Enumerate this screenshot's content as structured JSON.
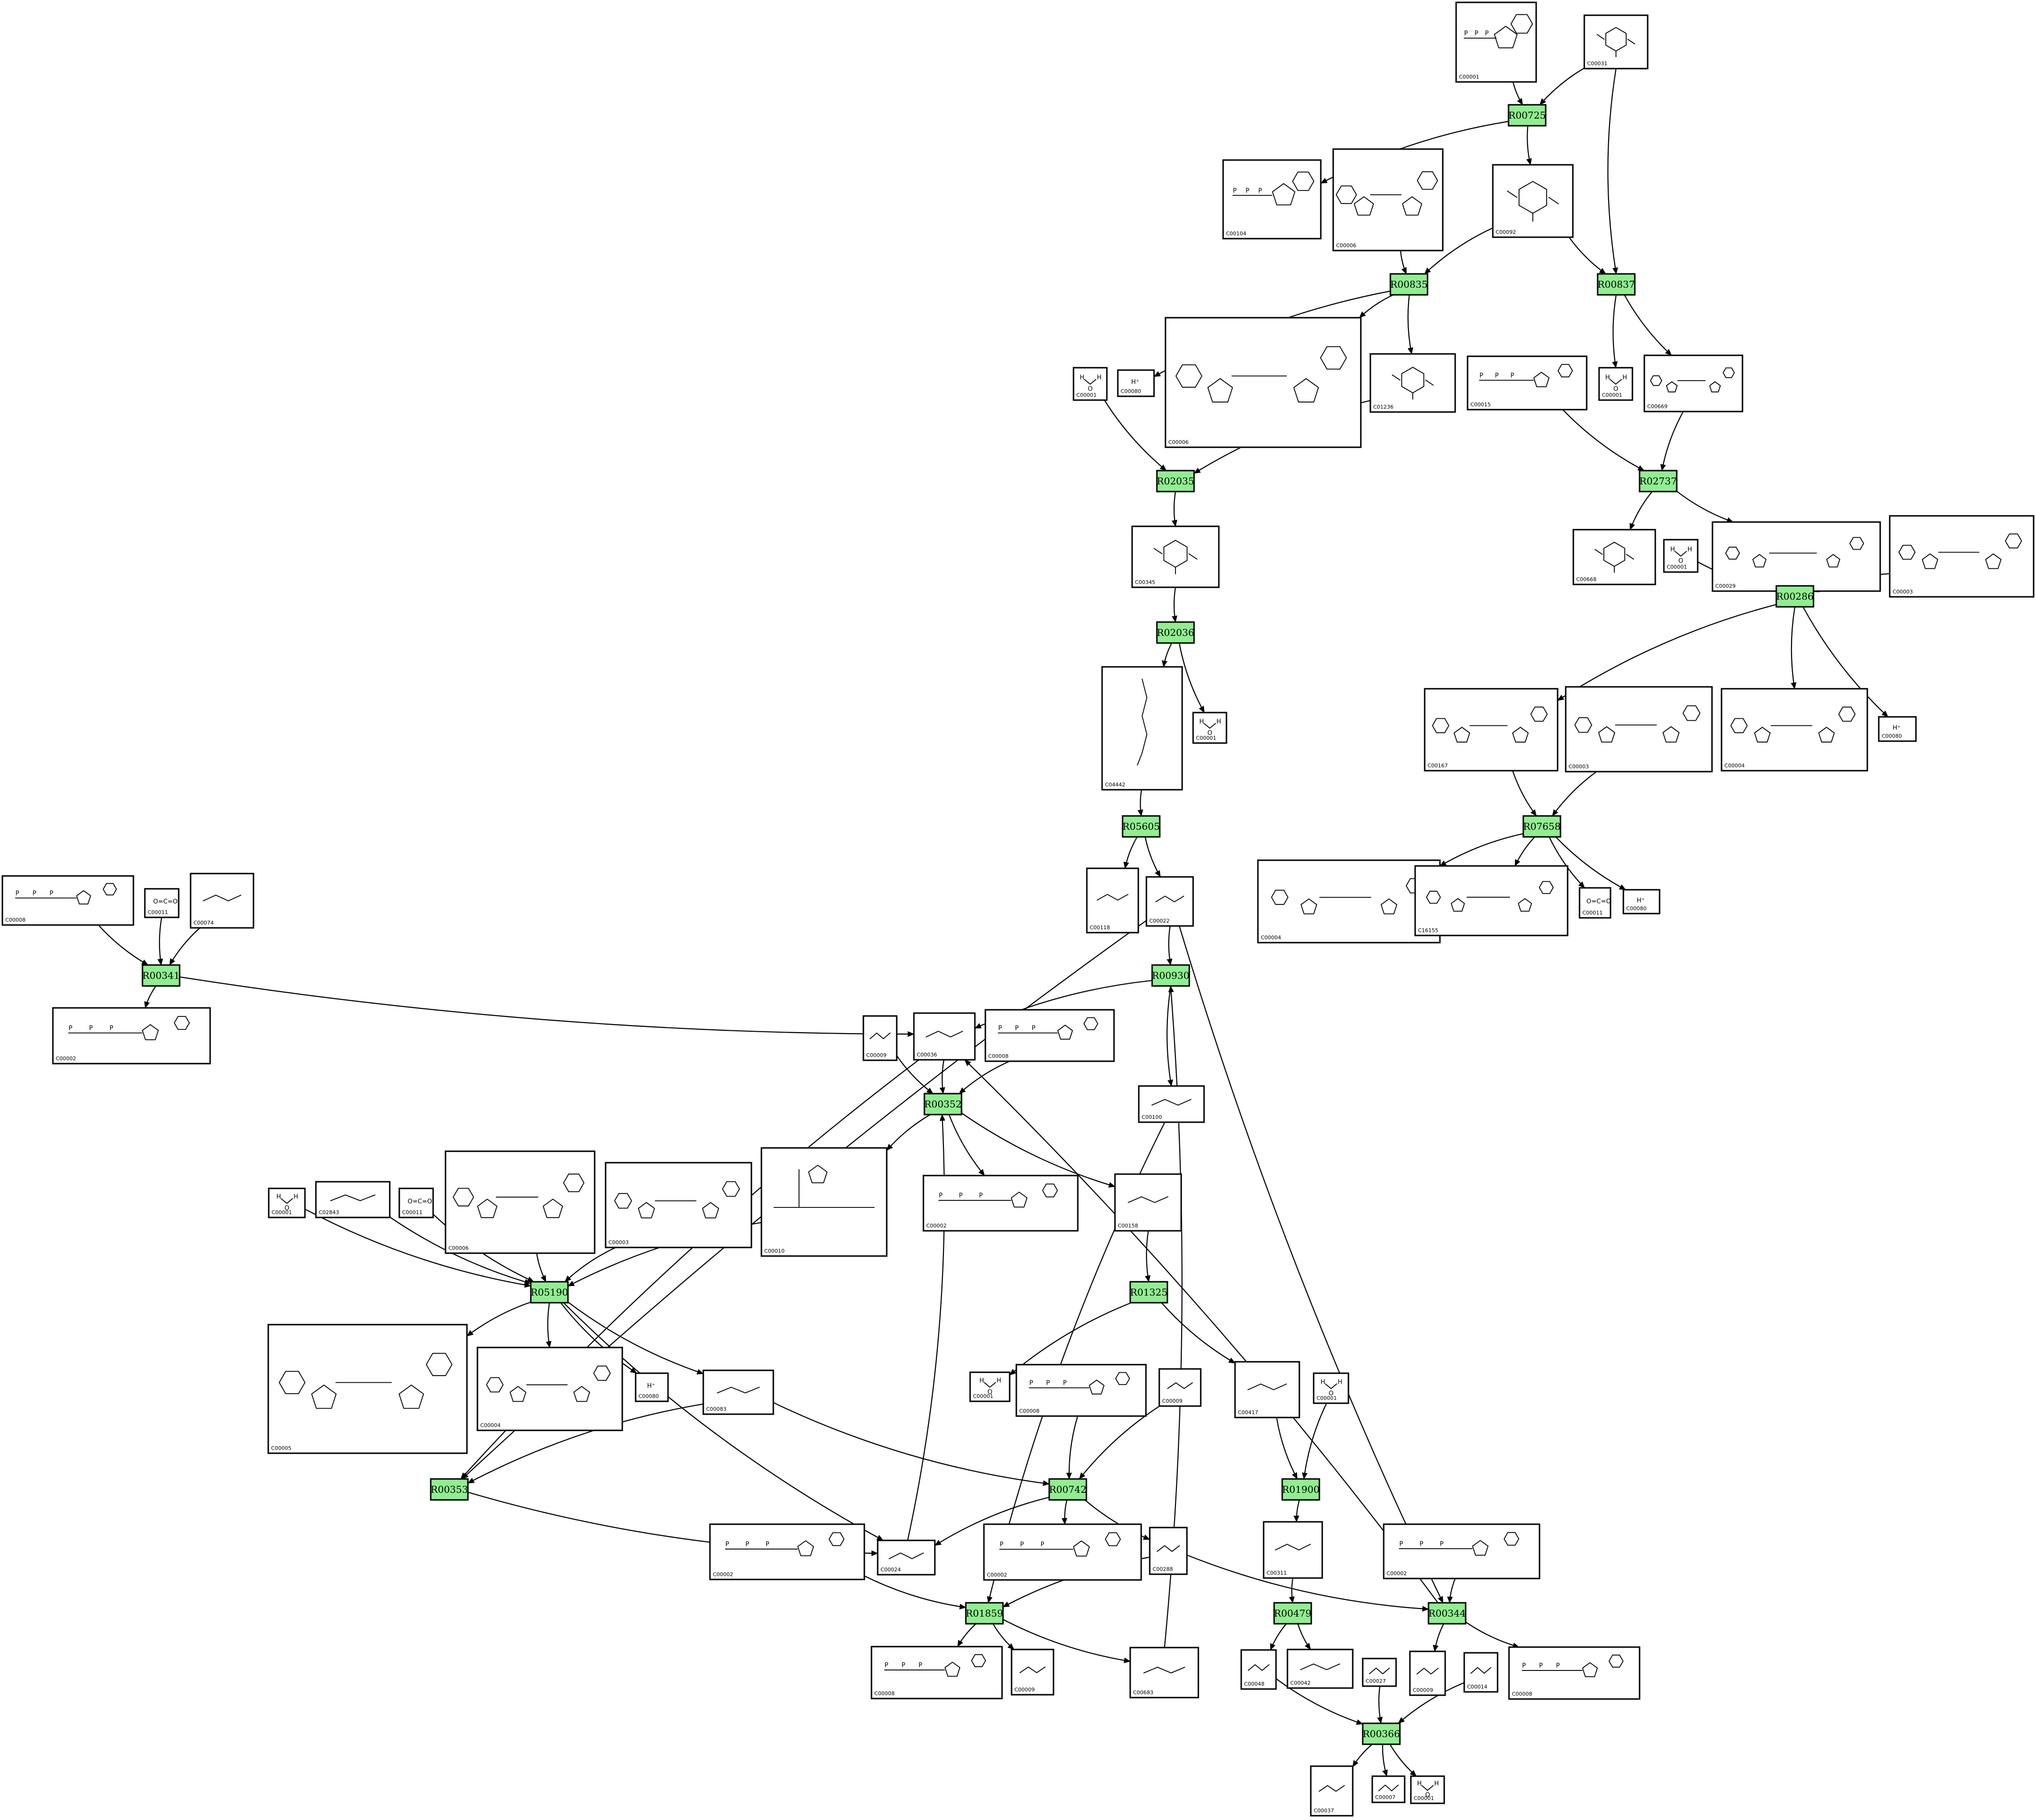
{
  "reactions": [
    {
      "id": "R00725",
      "label": "R00725"
    },
    {
      "id": "R00835",
      "label": "R00835"
    },
    {
      "id": "R00837",
      "label": "R00837"
    },
    {
      "id": "R02035",
      "label": "R02035"
    },
    {
      "id": "R02737",
      "label": "R02737"
    },
    {
      "id": "R02036",
      "label": "R02036"
    },
    {
      "id": "R00286",
      "label": "R00286"
    },
    {
      "id": "R05605",
      "label": "R05605"
    },
    {
      "id": "R07658",
      "label": "R07658"
    },
    {
      "id": "R00341",
      "label": "R00341"
    },
    {
      "id": "R00930",
      "label": "R00930"
    },
    {
      "id": "R00352",
      "label": "R00352"
    },
    {
      "id": "R05190",
      "label": "R05190"
    },
    {
      "id": "R01325",
      "label": "R01325"
    },
    {
      "id": "R00353",
      "label": "R00353"
    },
    {
      "id": "R00742",
      "label": "R00742"
    },
    {
      "id": "R01900",
      "label": "R01900"
    },
    {
      "id": "R01859",
      "label": "R01859"
    },
    {
      "id": "R00479",
      "label": "R00479"
    },
    {
      "id": "R00344",
      "label": "R00344"
    },
    {
      "id": "R00366",
      "label": "R00366"
    }
  ],
  "compounds": [
    {
      "id": "c1",
      "label": "C00001",
      "kind": "nuc"
    },
    {
      "id": "c2",
      "label": "C00031",
      "kind": "sugar"
    },
    {
      "id": "c3",
      "label": "C00104",
      "kind": "nuc"
    },
    {
      "id": "c4",
      "label": "C00006",
      "kind": "dinuc"
    },
    {
      "id": "c5",
      "label": "C00092",
      "kind": "sugar"
    },
    {
      "id": "c6",
      "label": "C00001",
      "kind": "water"
    },
    {
      "id": "c7",
      "label": "C00080",
      "kind": "proton"
    },
    {
      "id": "c8",
      "label": "C00006",
      "kind": "dinuc"
    },
    {
      "id": "c9",
      "label": "C01236",
      "kind": "sugar"
    },
    {
      "id": "c10",
      "label": "C00015",
      "kind": "nuc"
    },
    {
      "id": "c11",
      "label": "C00001",
      "kind": "water"
    },
    {
      "id": "c12",
      "label": "C00669",
      "kind": "dinuc"
    },
    {
      "id": "c13",
      "label": "C00345",
      "kind": "sugar"
    },
    {
      "id": "c14",
      "label": "C00668",
      "kind": "sugar"
    },
    {
      "id": "c15",
      "label": "C00001",
      "kind": "water"
    },
    {
      "id": "c16",
      "label": "C00029",
      "kind": "dinuc"
    },
    {
      "id": "c17",
      "label": "C00003",
      "kind": "dinuc"
    },
    {
      "id": "c18",
      "label": "C04442",
      "kind": "chain"
    },
    {
      "id": "c19",
      "label": "C00001",
      "kind": "water"
    },
    {
      "id": "c20",
      "label": "C00167",
      "kind": "dinuc"
    },
    {
      "id": "c21",
      "label": "C00003",
      "kind": "dinuc"
    },
    {
      "id": "c22",
      "label": "C00004",
      "kind": "dinuc"
    },
    {
      "id": "c23",
      "label": "C00080",
      "kind": "proton"
    },
    {
      "id": "c24",
      "label": "C00118",
      "kind": "small"
    },
    {
      "id": "c25",
      "label": "C00022",
      "kind": "small"
    },
    {
      "id": "c26",
      "label": "C00004",
      "kind": "dinuc"
    },
    {
      "id": "c27",
      "label": "C16155",
      "kind": "dinuc"
    },
    {
      "id": "c28",
      "label": "C00011",
      "kind": "co2"
    },
    {
      "id": "c29",
      "label": "C00080",
      "kind": "proton"
    },
    {
      "id": "c30",
      "label": "C00008",
      "kind": "nuc"
    },
    {
      "id": "c31",
      "label": "C00011",
      "kind": "co2"
    },
    {
      "id": "c32",
      "label": "C00074",
      "kind": "small"
    },
    {
      "id": "c33",
      "label": "C00002",
      "kind": "nuc"
    },
    {
      "id": "c34",
      "label": "C00009",
      "kind": "small"
    },
    {
      "id": "c35",
      "label": "C00036",
      "kind": "small"
    },
    {
      "id": "c36",
      "label": "C00008",
      "kind": "nuc"
    },
    {
      "id": "c37",
      "label": "C00100",
      "kind": "small"
    },
    {
      "id": "c38",
      "label": "C00001",
      "kind": "water"
    },
    {
      "id": "c39",
      "label": "C02843",
      "kind": "small"
    },
    {
      "id": "c40",
      "label": "C00011",
      "kind": "co2"
    },
    {
      "id": "c41",
      "label": "C00006",
      "kind": "dinuc"
    },
    {
      "id": "c42",
      "label": "C00003",
      "kind": "dinuc"
    },
    {
      "id": "c43",
      "label": "C00010",
      "kind": "coa"
    },
    {
      "id": "c44",
      "label": "C00002",
      "kind": "nuc"
    },
    {
      "id": "c45",
      "label": "C00158",
      "kind": "small"
    },
    {
      "id": "c46",
      "label": "C00005",
      "kind": "dinuc"
    },
    {
      "id": "c47",
      "label": "C00004",
      "kind": "dinuc"
    },
    {
      "id": "c48",
      "label": "C00080",
      "kind": "proton"
    },
    {
      "id": "c49",
      "label": "C00083",
      "kind": "small"
    },
    {
      "id": "c50",
      "label": "C00001",
      "kind": "water"
    },
    {
      "id": "c51",
      "label": "C00008",
      "kind": "nuc"
    },
    {
      "id": "c52",
      "label": "C00009",
      "kind": "small"
    },
    {
      "id": "c53",
      "label": "C00417",
      "kind": "small"
    },
    {
      "id": "c54",
      "label": "C00001",
      "kind": "water"
    },
    {
      "id": "c55",
      "label": "C00002",
      "kind": "nuc"
    },
    {
      "id": "c56",
      "label": "C00024",
      "kind": "small"
    },
    {
      "id": "c57",
      "label": "C00002",
      "kind": "nuc"
    },
    {
      "id": "c58",
      "label": "C00288",
      "kind": "small"
    },
    {
      "id": "c59",
      "label": "C00311",
      "kind": "small"
    },
    {
      "id": "c60",
      "label": "C00002",
      "kind": "nuc"
    },
    {
      "id": "c61",
      "label": "C00008",
      "kind": "nuc"
    },
    {
      "id": "c62",
      "label": "C00009",
      "kind": "small"
    },
    {
      "id": "c63",
      "label": "C00683",
      "kind": "small"
    },
    {
      "id": "c64",
      "label": "C00048",
      "kind": "small"
    },
    {
      "id": "c65",
      "label": "C00042",
      "kind": "small"
    },
    {
      "id": "c66",
      "label": "C00027",
      "kind": "small"
    },
    {
      "id": "c67",
      "label": "C00014",
      "kind": "small"
    },
    {
      "id": "c68",
      "label": "C00009",
      "kind": "small"
    },
    {
      "id": "c69",
      "label": "C00008",
      "kind": "nuc"
    },
    {
      "id": "c70",
      "label": "C00037",
      "kind": "small"
    },
    {
      "id": "c71",
      "label": "C00007",
      "kind": "small"
    },
    {
      "id": "c72",
      "label": "C00001",
      "kind": "water"
    }
  ],
  "edges": [
    [
      "c1",
      "R00725"
    ],
    [
      "c2",
      "R00725"
    ],
    [
      "R00725",
      "c3"
    ],
    [
      "R00725",
      "c5"
    ],
    [
      "c2",
      "R00837"
    ],
    [
      "c4",
      "R00835"
    ],
    [
      "c5",
      "R00835"
    ],
    [
      "c5",
      "R00837"
    ],
    [
      "R00835",
      "c7"
    ],
    [
      "R00835",
      "c8"
    ],
    [
      "R00835",
      "c9"
    ],
    [
      "R00837",
      "c11"
    ],
    [
      "R00837",
      "c12"
    ],
    [
      "c6",
      "R02035"
    ],
    [
      "c9",
      "R02035"
    ],
    [
      "R02035",
      "c13"
    ],
    [
      "c10",
      "R02737"
    ],
    [
      "c12",
      "R02737"
    ],
    [
      "R02737",
      "c14"
    ],
    [
      "R02737",
      "c16"
    ],
    [
      "c13",
      "R02036"
    ],
    [
      "R02036",
      "c18"
    ],
    [
      "R02036",
      "c19"
    ],
    [
      "c15",
      "R00286"
    ],
    [
      "c16",
      "R00286"
    ],
    [
      "c17",
      "R00286"
    ],
    [
      "R00286",
      "c20"
    ],
    [
      "R00286",
      "c22"
    ],
    [
      "R00286",
      "c23"
    ],
    [
      "c18",
      "R05605"
    ],
    [
      "R05605",
      "c24"
    ],
    [
      "R05605",
      "c25"
    ],
    [
      "c20",
      "R07658"
    ],
    [
      "c21",
      "R07658"
    ],
    [
      "R07658",
      "c26"
    ],
    [
      "R07658",
      "c27"
    ],
    [
      "R07658",
      "c28"
    ],
    [
      "R07658",
      "c29"
    ],
    [
      "c30",
      "R00341"
    ],
    [
      "c31",
      "R00341"
    ],
    [
      "c32",
      "R00341"
    ],
    [
      "R00341",
      "c33"
    ],
    [
      "R00341",
      "c35"
    ],
    [
      "c25",
      "R00930"
    ],
    [
      "R00930",
      "c35"
    ],
    [
      "R00930",
      "c37"
    ],
    [
      "c34",
      "R00352"
    ],
    [
      "c35",
      "R00352"
    ],
    [
      "c36",
      "R00352"
    ],
    [
      "R00352",
      "c43"
    ],
    [
      "R00352",
      "c44"
    ],
    [
      "R00352",
      "c45"
    ],
    [
      "c38",
      "R05190"
    ],
    [
      "c39",
      "R05190"
    ],
    [
      "c40",
      "R05190"
    ],
    [
      "c41",
      "R05190"
    ],
    [
      "c42",
      "R05190"
    ],
    [
      "c43",
      "R05190"
    ],
    [
      "R05190",
      "c46"
    ],
    [
      "R05190",
      "c47"
    ],
    [
      "R05190",
      "c48"
    ],
    [
      "R05190",
      "c49"
    ],
    [
      "R05190",
      "c56"
    ],
    [
      "c45",
      "R01325"
    ],
    [
      "R01325",
      "c50"
    ],
    [
      "R01325",
      "c53"
    ],
    [
      "c35",
      "R00353"
    ],
    [
      "c49",
      "R00353"
    ],
    [
      "c25",
      "R00353"
    ],
    [
      "R00353",
      "c56"
    ],
    [
      "c49",
      "R00742"
    ],
    [
      "c51",
      "R00742"
    ],
    [
      "c52",
      "R00742"
    ],
    [
      "R00742",
      "c56"
    ],
    [
      "R00742",
      "c57"
    ],
    [
      "R00742",
      "c58"
    ],
    [
      "c53",
      "R01900"
    ],
    [
      "c54",
      "R01900"
    ],
    [
      "R01900",
      "c59"
    ],
    [
      "c55",
      "R01859"
    ],
    [
      "c58",
      "R01859"
    ],
    [
      "c37",
      "R01859"
    ],
    [
      "R01859",
      "c61"
    ],
    [
      "R01859",
      "c62"
    ],
    [
      "R01859",
      "c63"
    ],
    [
      "c59",
      "R00479"
    ],
    [
      "R00479",
      "c64"
    ],
    [
      "R00479",
      "c65"
    ],
    [
      "c58",
      "R00344"
    ],
    [
      "c60",
      "R00344"
    ],
    [
      "c25",
      "R00344"
    ],
    [
      "R00344",
      "c68"
    ],
    [
      "R00344",
      "c69"
    ],
    [
      "R00344",
      "c35"
    ],
    [
      "c64",
      "R00366"
    ],
    [
      "c66",
      "R00366"
    ],
    [
      "c67",
      "R00366"
    ],
    [
      "R00366",
      "c70"
    ],
    [
      "R00366",
      "c71"
    ],
    [
      "R00366",
      "c72"
    ],
    [
      "c56",
      "R00352"
    ],
    [
      "c63",
      "R00930"
    ]
  ],
  "colors": {
    "reaction_fill": "#90ee90",
    "stroke": "#000000",
    "background": "#ffffff"
  }
}
